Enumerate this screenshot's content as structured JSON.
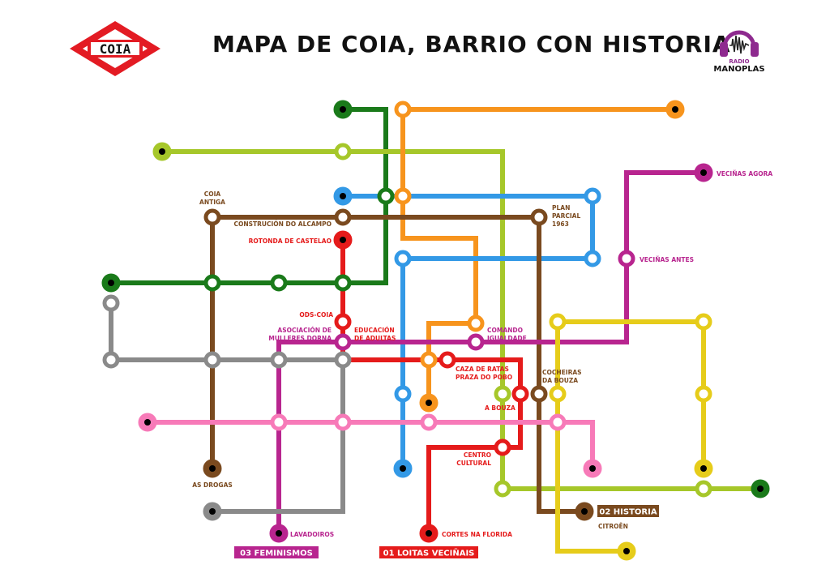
{
  "title": "MAPA DE COIA, BARRIO CON HISTORIA",
  "logo_coia": {
    "text": "COIA",
    "color": "#e31b23"
  },
  "logo_radio": {
    "line1": "RADIO",
    "line2": "MANOPLAS",
    "color": "#8e2a8f",
    "icon": "headphones-soundwave-icon"
  },
  "colors": {
    "green": "#1a7a1a",
    "lime": "#a6c72a",
    "orange": "#f7941d",
    "blue": "#3399e6",
    "brown": "#7a4a1f",
    "red": "#e51b1b",
    "purple": "#b8258f",
    "gray": "#8a8a8a",
    "pink": "#f77ab8",
    "yellow": "#e6cc1a"
  },
  "lines": {
    "historia": {
      "label": "02 HISTORIA",
      "color": "#7a4a1f"
    },
    "feminismos": {
      "label": "03 FEMINISMOS",
      "color": "#b8258f"
    },
    "loitas": {
      "label": "01 LOITAS VECIÑAIS",
      "color": "#e51b1b"
    }
  },
  "stations": {
    "coia_antiga_1": "COIA",
    "coia_antiga_2": "ANTIGA",
    "construcion": "CONSTRUCIÓN DO ALCAMPO",
    "plan_parcial_1": "PLAN",
    "plan_parcial_2": "PARCIAL",
    "plan_parcial_3": "1963",
    "rotonda": "ROTONDA DE CASTELAO",
    "vecinas_agora": "VECIÑAS AGORA",
    "vecinas_antes": "VECIÑAS ANTES",
    "ods_coia": "ODS-COIA",
    "asociacion_1": "ASOCIACIÓN DE",
    "asociacion_2": "MULLERES DORNA",
    "educacion_1": "EDUCACIÓN",
    "educacion_2": "DE ADULTAS",
    "comando_1": "COMANDO",
    "comando_2": "IGUALDADE",
    "caza_1": "CAZA DE RATAS",
    "caza_2": "PRAZA DO POBO",
    "a_bouza": "A BOUZA",
    "cocheiras_1": "COCHEIRAS",
    "cocheiras_2": "DA BOUZA",
    "centro_1": "CENTRO",
    "centro_2": "CULTURAL",
    "as_drogas": "AS DROGAS",
    "lavadoiros": "LAVADOIROS",
    "cortes": "CORTES NA FLORIDA",
    "citroen": "CITROËN"
  }
}
